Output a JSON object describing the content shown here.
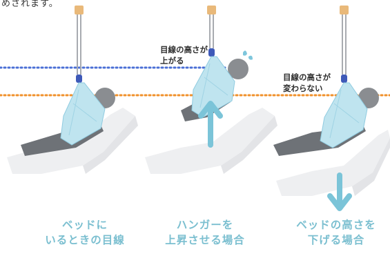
{
  "top_text": "めされます。",
  "panels": [
    {
      "note": [],
      "caption": [
        "ベッドに",
        "いるときの目線"
      ]
    },
    {
      "note": [
        "目線の高さが",
        "上がる"
      ],
      "caption": [
        "ハンガーを",
        "上昇させる場合"
      ]
    },
    {
      "note": [
        "目線の高さが",
        "変わらない"
      ],
      "caption": [
        "ベッドの高さを",
        "下げる場合"
      ]
    }
  ],
  "colors": {
    "blue_dotted_line": "#4a6fd6",
    "orange_dotted_line": "#f0902a",
    "arrow": "#7bc4d8",
    "caption_text": "#7bbfd0",
    "sling": "#bfe4ef",
    "head": "#8a8d91",
    "bed": "#eeeff1",
    "ceiling_mount": "#e9b97a"
  },
  "icons": [
    "ceiling-mount-icon",
    "sweat-drops-icon",
    "up-arrow-icon",
    "down-arrow-icon"
  ]
}
